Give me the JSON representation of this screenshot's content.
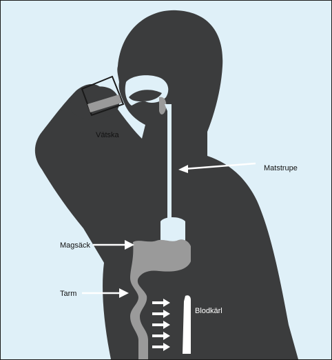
{
  "labels": {
    "liquid": "Vätska",
    "esophagus": "Matstrupe",
    "stomach": "Magsäck",
    "intestine": "Tarm",
    "blood_vessel": "Blodkärl"
  },
  "colors": {
    "background": "#dff0f8",
    "body": "#3b3c3d",
    "liquid": "#9a9a9a",
    "channel": "#dff0f8",
    "arrow": "#ffffff"
  }
}
